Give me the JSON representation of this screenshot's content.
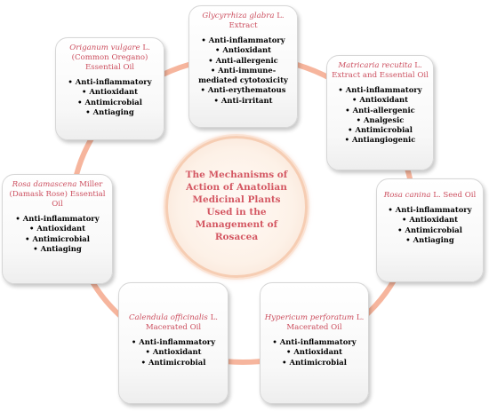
{
  "colors": {
    "ring": "#f4a88c",
    "plant_text": "#cc4f5f",
    "center_text": "#d45863"
  },
  "center": {
    "title": "The Mechanisms of Action of Anatolian Medicinal Plants Used in the Management of Rosacea"
  },
  "cards": {
    "glycyrrhiza": {
      "latin": "Glycyrrhiza glabra",
      "rest": " L.",
      "line2": "Extract",
      "effects": [
        "Anti-inflammatory",
        "Antioxidant",
        "Anti-allergenic",
        "Anti-immune-",
        "mediated cytotoxicity",
        "Anti-erythematous",
        "Anti-irritant"
      ]
    },
    "matricaria": {
      "latin": "Matricaria recutita",
      "rest": " L.",
      "line2": "Extract and Essential Oil",
      "effects": [
        "Anti-inflammatory",
        "Antioxidant",
        "Anti-allergenic",
        "Analgesic",
        "Antimicrobial",
        "Antiangiogenic"
      ]
    },
    "origanum": {
      "latin": "Origanum vulgare",
      "rest": " L.",
      "line2": "(Common Oregano)",
      "line3": "Essential Oil",
      "effects": [
        "Anti-inflammatory",
        "Antioxidant",
        "Antimicrobial",
        "Antiaging"
      ]
    },
    "rosa_damascena": {
      "latin": "Rosa damascena",
      "rest": " Miller",
      "line2": "(Damask Rose) Essential",
      "line3": "Oil",
      "effects": [
        "Anti-inflammatory",
        "Antioxidant",
        "Antimicrobial",
        "Antiaging"
      ]
    },
    "rosa_canina": {
      "latin": "Rosa canina",
      "rest": " L. Seed Oil",
      "effects": [
        "Anti-inflammatory",
        "Antioxidant",
        "Antimicrobial",
        "Antiaging"
      ]
    },
    "calendula": {
      "latin": "Calendula officinalis",
      "rest": " L.",
      "line2": "Macerated Oil",
      "effects": [
        "Anti-inflammatory",
        "Antioxidant",
        "Antimicrobial"
      ]
    },
    "hypericum": {
      "latin": "Hypericum perforatum",
      "rest": " L.",
      "line2": "Macerated Oil",
      "effects": [
        "Anti-inflammatory",
        "Antioxidant",
        "Antimicrobial"
      ]
    }
  }
}
